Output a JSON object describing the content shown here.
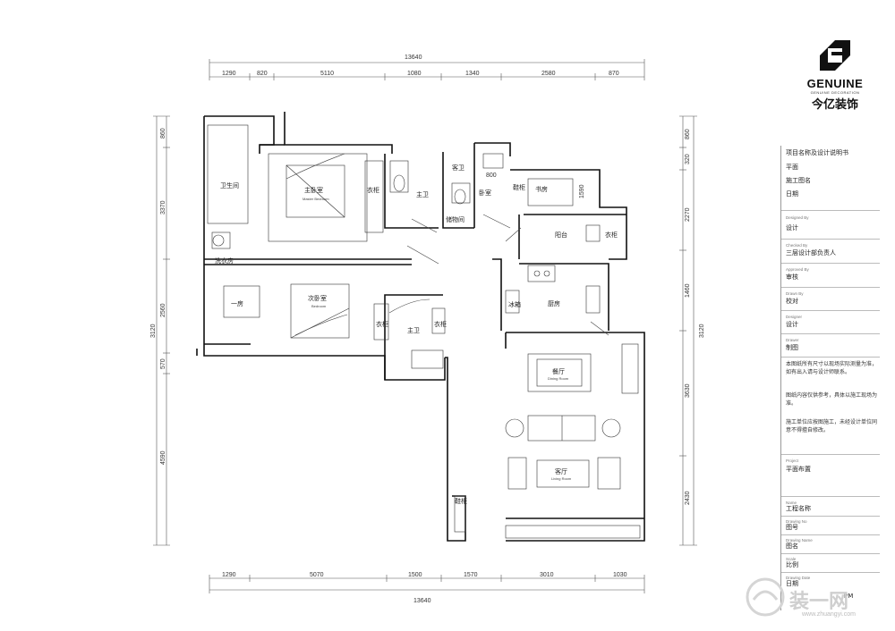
{
  "brand": {
    "name": "GENUINE",
    "sub": "GENUINE DECORATION",
    "cn": "今亿装饰"
  },
  "plan": {
    "overall_top": "13640",
    "overall_bottom": "13640",
    "overall_left": "3120",
    "overall_right": "3120",
    "dims_top": [
      "1290",
      "820",
      "5110",
      "1080",
      "1340",
      "2580",
      "870"
    ],
    "dims_bottom": [
      "1290",
      "5070",
      "1500",
      "1570",
      "3010",
      "1030"
    ],
    "dims_left": [
      "860",
      "3370",
      "2560",
      "570",
      "4590"
    ],
    "dims_right": [
      "860",
      "320",
      "2270",
      "1460",
      "3630",
      "2430"
    ],
    "dims_inner": [
      "1590",
      "800"
    ],
    "rooms": [
      {
        "label": "主卧室",
        "sub": "Master Bedroom"
      },
      {
        "label": "主卫",
        "sub": ""
      },
      {
        "label": "衣柜",
        "sub": ""
      },
      {
        "label": "卧室",
        "sub": ""
      },
      {
        "label": "卫生间",
        "sub": ""
      },
      {
        "label": "客卫",
        "sub": ""
      },
      {
        "label": "储物间",
        "sub": ""
      },
      {
        "label": "书房",
        "sub": ""
      },
      {
        "label": "鞋柜",
        "sub": ""
      },
      {
        "label": "厨房",
        "sub": ""
      },
      {
        "label": "阳台",
        "sub": ""
      },
      {
        "label": "一房",
        "sub": ""
      },
      {
        "label": "次卧室",
        "sub": "Bedroom"
      },
      {
        "label": "衣柜",
        "sub": ""
      },
      {
        "label": "主卫",
        "sub": ""
      },
      {
        "label": "衣柜",
        "sub": ""
      },
      {
        "label": "冰箱",
        "sub": ""
      },
      {
        "label": "衣柜",
        "sub": ""
      },
      {
        "label": "餐厅",
        "sub": "Dining Room"
      },
      {
        "label": "客厅",
        "sub": "Living Room"
      },
      {
        "label": "鞋柜",
        "sub": ""
      },
      {
        "label": "洗衣房",
        "sub": ""
      }
    ]
  },
  "titleblock": {
    "project": "项目名称及设计说明书",
    "item1": "平面",
    "item2": "施工图名",
    "item3": "日期",
    "fields": [
      {
        "label": "Designed By",
        "value": "设计"
      },
      {
        "label": "Checked By",
        "value": "三层设计部负责人"
      },
      {
        "label": "Approved By",
        "value": "审核"
      },
      {
        "label": "Drawn By",
        "value": "校对"
      },
      {
        "label": "Designer",
        "value": "设计"
      },
      {
        "label": "Drawer",
        "value": "制图"
      }
    ],
    "notes": [
      "本图纸所有尺寸以现场实际测量为准，如有出入请与设计师联系。",
      "图纸内容仅供参考，具体以施工现场为准。",
      "施工单位应按图施工，未经设计单位同意不得擅自修改。"
    ],
    "fields2": [
      {
        "label": "Project",
        "value": "平面布置"
      },
      {
        "label": "Name",
        "value": "工程名称"
      },
      {
        "label": "Drawing No",
        "value": "图号"
      },
      {
        "label": "Drawing Name",
        "value": "图名"
      },
      {
        "label": "Scale",
        "value": "比例"
      },
      {
        "label": "Drawing Date",
        "value": "日期"
      }
    ],
    "footer": "PM"
  },
  "watermark": {
    "text": "装一网",
    "url": "www.zhuangyi.com"
  }
}
